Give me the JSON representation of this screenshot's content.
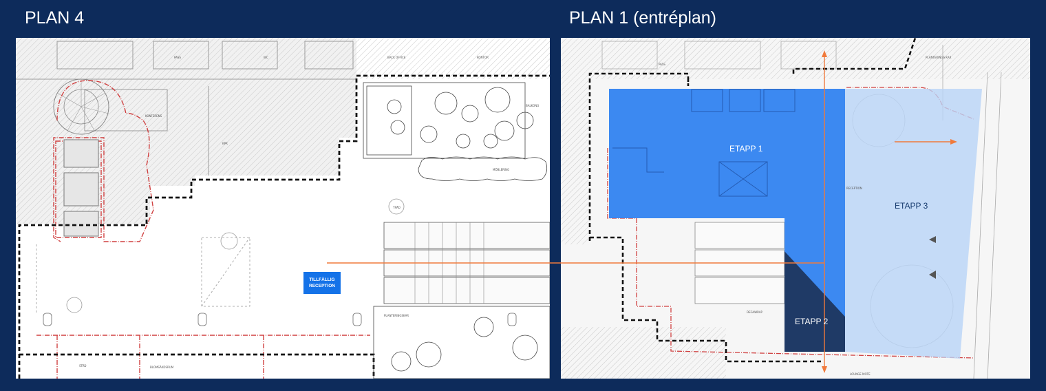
{
  "left_panel": {
    "title": "PLAN 4",
    "reception_line1": "TILLFÄLLIG",
    "reception_line2": "RECEPTION",
    "room_labels": [
      "PASS",
      "WC",
      "BACK OFFICE",
      "KONTOR",
      "KONFERENS",
      "KPR",
      "MÖBLERING",
      "TRÄD",
      "PLANTERINGSKAR",
      "BALKONG",
      "STÄD",
      "BLOMSÄKDSRUM"
    ]
  },
  "right_panel": {
    "title": "PLAN 1 (entréplan)",
    "etapp1": "ETAPP 1",
    "etapp2": "ETAPP 2",
    "etapp3": "ETAPP 3",
    "room_labels": [
      "PASS",
      "PLANTERINGS KAR",
      "RECEPTION",
      "DEGAWRAP",
      "LOUNGE MOTE"
    ]
  },
  "colors": {
    "background": "#0d2b5b",
    "etapp1": "#2b7ff0",
    "etapp2": "#1f3a66",
    "etapp3": "#b9d5f7",
    "arrow": "#f07a3c",
    "boundary_red": "#d04040"
  }
}
